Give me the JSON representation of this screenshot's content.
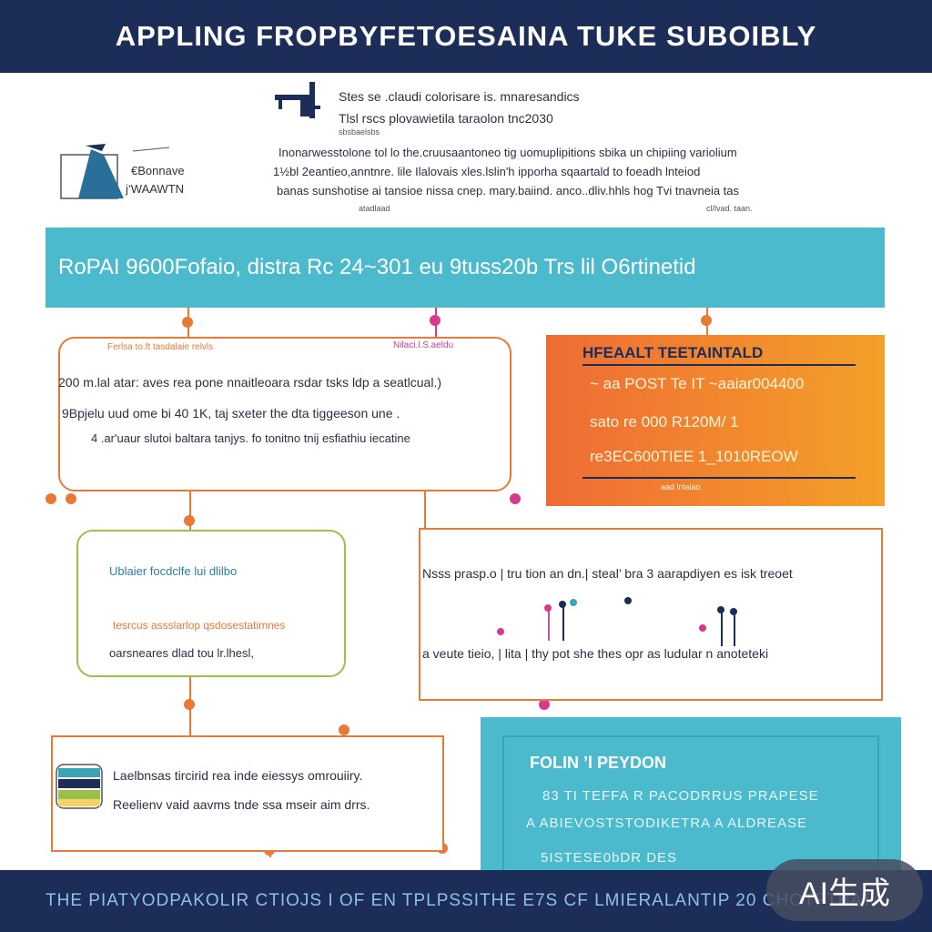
{
  "header": {
    "title": "APPLING FROPBYFETOESAINA TUKE SUBOIBLY"
  },
  "intro": {
    "logo_line1": "€Bonnave",
    "logo_line2": "j‘WAAWTN",
    "line1": "Stes se .claudi colorisare is. mnaresandics",
    "line2": "Tlsl rscs plovawietila taraolon tnc2030",
    "small": "sbsbaelsbs",
    "para": [
      "Inonarwesstolone tol lo the.cruusaantoneo tig uomuplipitions sbika un chipiing variolium",
      "1½bl 2eantieo,anntnre. lile Ilalovais xles.lslin'h ipporha sqaartald to foeadh lnteiod",
      "banas sunshotise ai tansioe nissa cnep. mary.baiind. anco..dliv.hhls hog Tvi tnavneia tas"
    ],
    "caption_left": "atadlaad",
    "caption_right": "cl/lvad. taan."
  },
  "banner": {
    "text": "RoPAI 9600Fofaio, distra Rc 24~301 eu 9tuss20b Trs lil O6rtinetid"
  },
  "box1": {
    "head_left": "Ferlsa to.ft tasdalaie relvls",
    "head_right": "Nilaci.l.S.aeldu",
    "lines": [
      "200 m.lal atar: aves rea pone nnaitleoara rsdar tsks ldp a seatlcual.)",
      "9Bpjelu uud ome bi 40 1K, taj sxeter the dta tiggeeson une .",
      "4 .ar'uaur slutoi baltara tanjys. fo tonitno tnij esfiathiu iecatine"
    ]
  },
  "box2": {
    "title": "HFEAALT TEETAINTALD",
    "line1": "~ aa  POST Te IT ~aaiar004400",
    "line2": "sato re 000  R120M/  1",
    "line3": "re3EC600TIEE 1_1010REOW",
    "small": "aad lnlaiao."
  },
  "box3": {
    "title": "Ublaier focdclfe lui dlilbo",
    "sub": "tesrcus assslarlop qsdosestatimnes",
    "line": "oarsneares  dlad tou lr.lhesl,"
  },
  "box4": {
    "line1": "Nsss prasp.o | tru tion an dn.| steal’ bra 3 aarapdiyen es isk treoet",
    "line2": "a veute tieio, | lita | thy pot  she thes opr as ludular n anoteteki"
  },
  "box5": {
    "line1": "Laelbnsas tircirid rea inde eiessys omrouiiry.",
    "line2": "Reelienv vaid aavms tnde ssa mseir aim drrs."
  },
  "box6": {
    "title": "FOLIN ’l PEYDON",
    "line1": "83 TI TEFFA R PACODRRUS PRAPESE",
    "line2": "A ABIEVOSTSTODIKETRA A ALDREASE",
    "line3": "5ISTESE0bDR DES"
  },
  "footer": {
    "text": "THE PIATYODPAKOLIR  CTIOJS  I OF  EN  TPLPSSITHE E7S  CF  LMIERALANTIP 20 CHOTFTBATA"
  },
  "badge": {
    "text": "AI生成"
  },
  "colors": {
    "navy": "#1c2d58",
    "teal": "#4bbacd",
    "orange": "#e87a38",
    "green": "#9cc14a",
    "magenta": "#d63a8e"
  }
}
